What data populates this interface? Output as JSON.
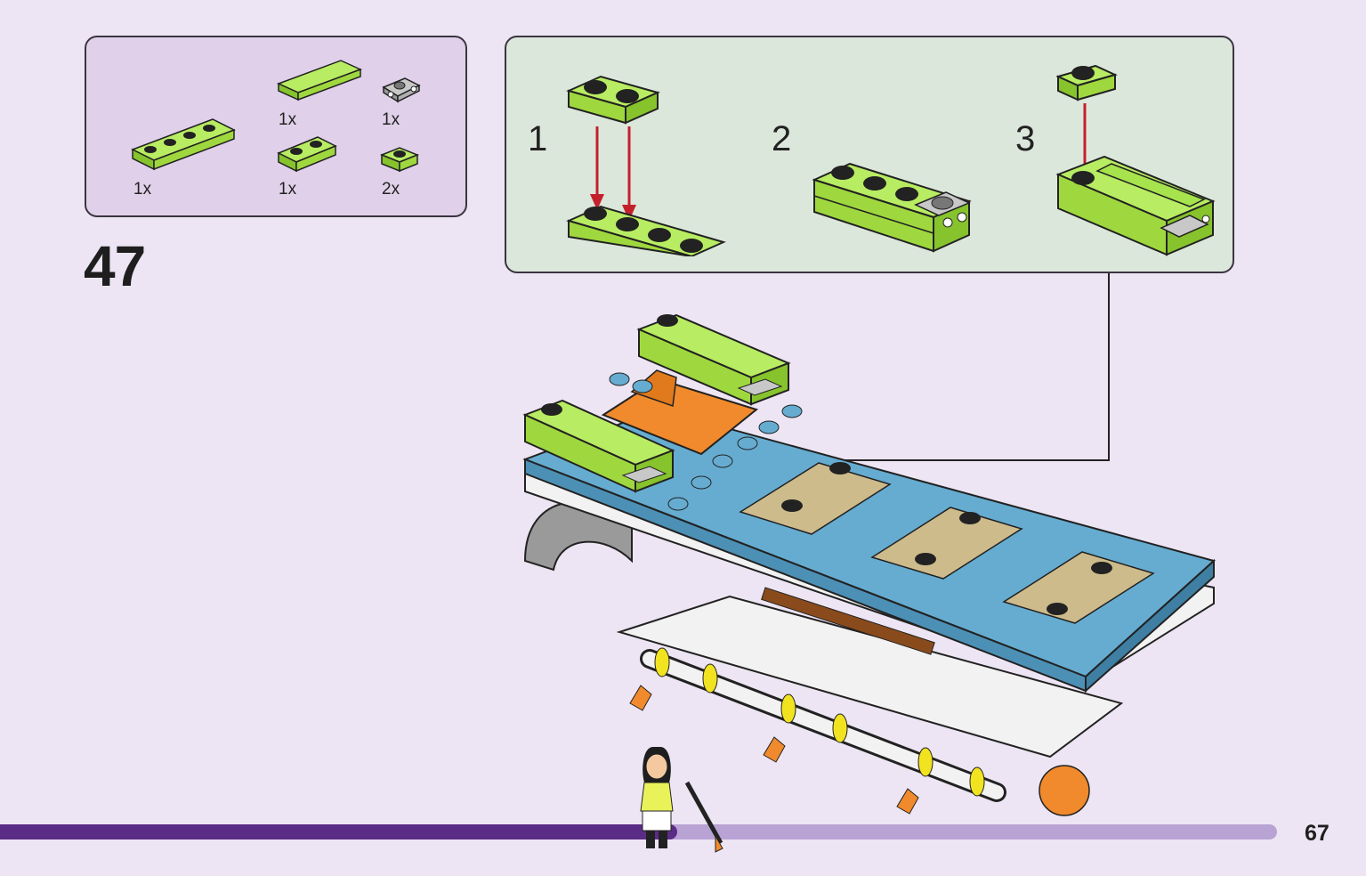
{
  "parts": [
    {
      "qty": "1x",
      "name": "plate-1x4-lime-icon"
    },
    {
      "qty": "1x",
      "name": "tile-1x4-lime-icon"
    },
    {
      "qty": "1x",
      "name": "plate-1x2-lime-icon"
    },
    {
      "qty": "1x",
      "name": "clip-hinge-grey-icon"
    },
    {
      "qty": "2x",
      "name": "plate-1x1-lime-icon"
    }
  ],
  "step": {
    "number": "47"
  },
  "substeps": [
    {
      "number": "1"
    },
    {
      "number": "2"
    },
    {
      "number": "3"
    }
  ],
  "page": {
    "number": "67"
  },
  "progress": {
    "fraction": 0.53
  },
  "colors": {
    "lime": "#9fd83e",
    "blue": "#66acd1",
    "tan": "#cdbb8c",
    "orange": "#f08a2c",
    "purple": "#5b2c86",
    "arrow_red": "#c4202c"
  }
}
